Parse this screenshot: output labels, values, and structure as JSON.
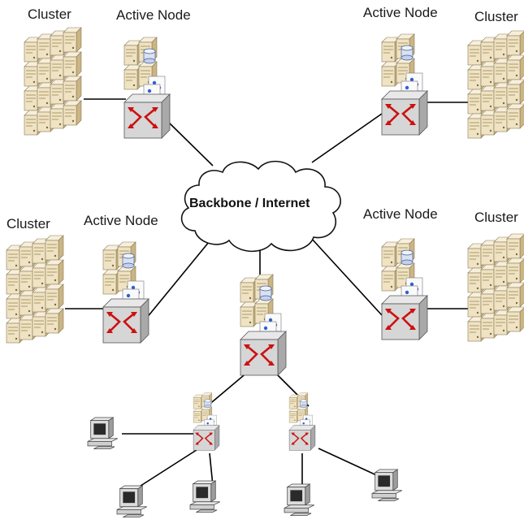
{
  "labels": {
    "cluster": "Cluster",
    "active_node": "Active Node",
    "backbone": "Backbone / Internet"
  },
  "colors": {
    "server_light": "#f4ead2",
    "server_mid": "#e6d6ae",
    "server_dark": "#c9b27e",
    "router_arrow": "#cc1111",
    "app_blue": "#2f5fd6",
    "line": "#000000"
  },
  "icons": [
    "server-rack-icon",
    "cluster-icon",
    "router-icon",
    "database-icon",
    "workstation-icon",
    "cloud-icon"
  ]
}
